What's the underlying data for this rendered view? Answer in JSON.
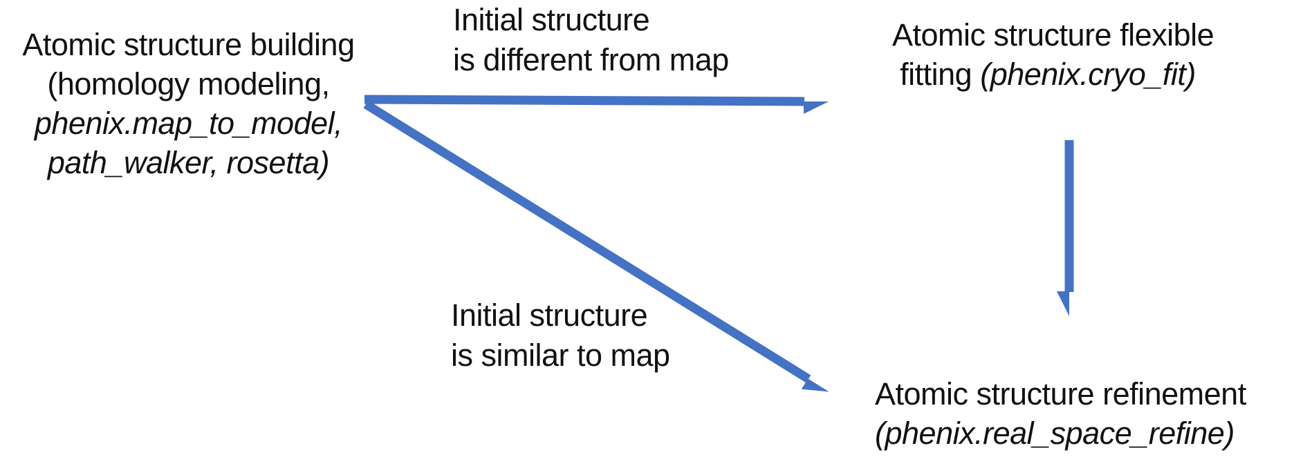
{
  "colors": {
    "arrow": "#4472C4",
    "text": "#111111",
    "background": "#ffffff"
  },
  "nodes": {
    "builder": {
      "lines": [
        [
          {
            "t": "Atomic structure building",
            "i": false
          }
        ],
        [
          {
            "t": "(homology modeling,",
            "i": false
          }
        ],
        [
          {
            "t": "phenix.map_to_model,",
            "i": true
          }
        ],
        [
          {
            "t": "path_walker, rosetta)",
            "i": true
          }
        ]
      ]
    },
    "fitting": {
      "lines": [
        [
          {
            "t": "Atomic structure flexible",
            "i": false
          }
        ],
        [
          {
            "t": "fitting ",
            "i": false
          },
          {
            "t": "(phenix.cryo_fit)",
            "i": true
          }
        ]
      ]
    },
    "refinement": {
      "lines": [
        [
          {
            "t": "Atomic structure refinement",
            "i": false
          }
        ],
        [
          {
            "t": "(phenix.real_space_refine)",
            "i": true
          }
        ]
      ]
    }
  },
  "edge_labels": {
    "different": {
      "lines": [
        [
          {
            "t": "Initial structure",
            "i": false
          }
        ],
        [
          {
            "t": "is different from map",
            "i": false
          }
        ]
      ]
    },
    "similar": {
      "lines": [
        [
          {
            "t": "Initial structure",
            "i": false
          }
        ],
        [
          {
            "t": "is similar to map",
            "i": false
          }
        ]
      ]
    }
  },
  "edges": [
    {
      "from": "builder",
      "to": "fitting",
      "label": "Initial structure is different from map"
    },
    {
      "from": "builder",
      "to": "refinement",
      "label": "Initial structure is similar to map"
    },
    {
      "from": "fitting",
      "to": "refinement",
      "label": ""
    }
  ]
}
